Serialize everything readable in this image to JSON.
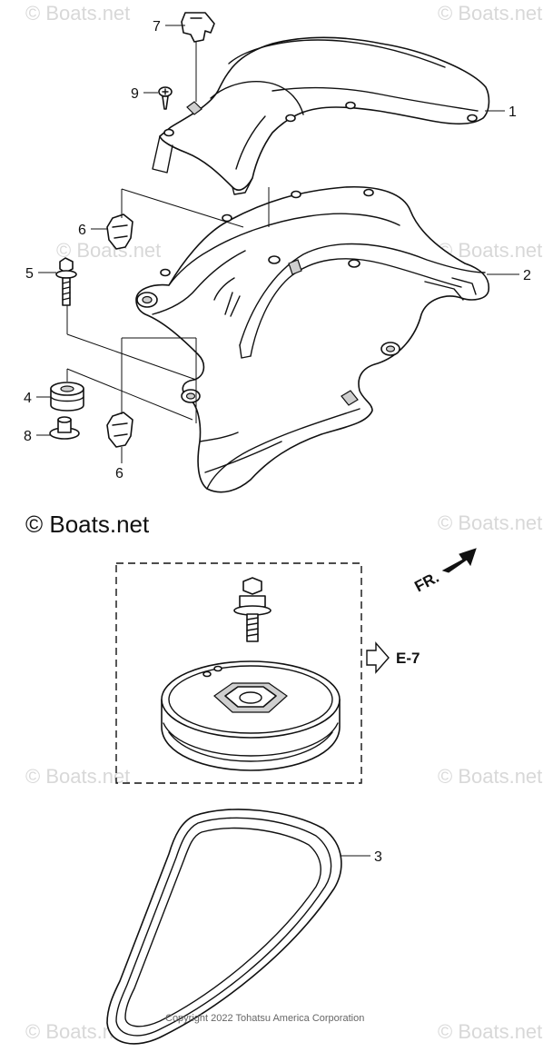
{
  "watermarks": {
    "main": "© Boats.net",
    "faint": "© Boats.net"
  },
  "callouts": [
    "1",
    "2",
    "3",
    "4",
    "5",
    "6",
    "6",
    "7",
    "8",
    "9"
  ],
  "reference": {
    "label": "E-7"
  },
  "direction": {
    "label": "FR."
  },
  "copyright": "Copyright 2022 Tohatsu America Corporation"
}
